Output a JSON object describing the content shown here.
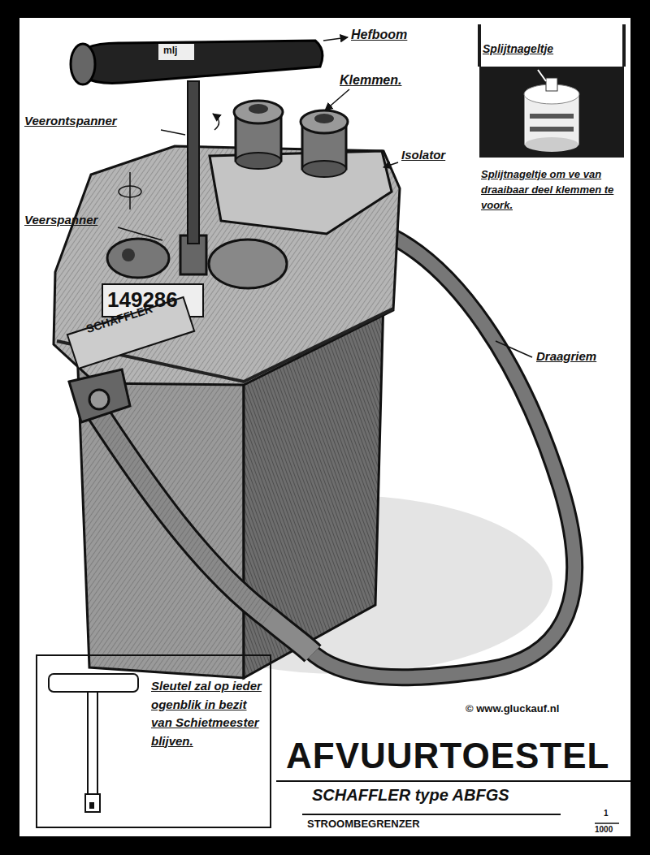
{
  "diagram": {
    "title": "AFVUURTOESTEL",
    "nodes": [
      {
        "text": [
          "Sleutel zal op ieder ogenblik in bezit van Schietmeester blijven."
        ]
      }
    ],
    "labels": [
      "mlj",
      "Hefboom",
      "Splijtnageltje",
      "Klemmen.",
      "Veerontspanner",
      "Isolator",
      "Splijtnageltje om ve van draaibaar deel klemmen te voork.",
      "Veerspanner",
      "149286",
      "SCHAFFLER",
      "Draagriem",
      "© www.gluckauf.nl",
      "SCHAFFLER type ABFGS",
      "STROOMBEGRENZER",
      "1",
      "1000"
    ]
  }
}
